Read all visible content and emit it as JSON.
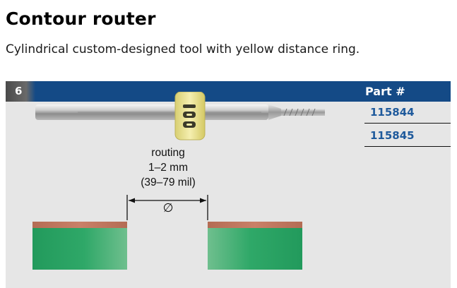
{
  "heading": {
    "title": "Contour router",
    "subtitle": "Cylindrical custom-designed tool with yellow distance ring."
  },
  "table": {
    "number": "6",
    "column_title": "Part #",
    "parts": [
      "115844",
      "115845"
    ]
  },
  "diagram": {
    "label_line1": "routing",
    "label_line2": "1–2 mm",
    "label_line3": "(39–79 mil)",
    "diameter_symbol": "∅"
  },
  "colors": {
    "header_blue": "#144a86",
    "part_number_blue": "#1f5a9c",
    "ring_yellow": "#e9e29a",
    "copper": "#c07a62",
    "board_green": "#2aa063",
    "panel_gray": "#e6e6e6"
  }
}
